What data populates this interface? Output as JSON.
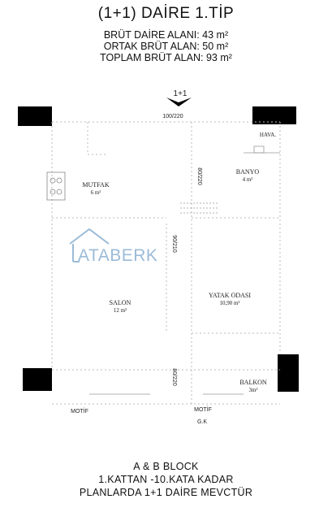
{
  "header": {
    "title": "(1+1) DAİRE 1.TİP",
    "brut_daire": "BRÜT DAİRE ALANI: 43 m²",
    "ortak_brut": "ORTAK BRÜT ALAN: 50 m²",
    "toplam_brut": "TOPLAM BRÜT ALAN: 93 m²"
  },
  "plan": {
    "entrance_label": "1+1",
    "entrance_door": "100/220",
    "brand": "ATABERK",
    "rooms": {
      "hava": "HAVA.",
      "banyo": "BANYO",
      "banyo_area": "4 m²",
      "mutfak": "MUTFAK",
      "mutfak_area": "6 m²",
      "salon": "SALON",
      "salon_area": "12 m²",
      "yatak": "YATAK ODASI",
      "yatak_area": "10,90 m²",
      "balkon": "BALKON",
      "balkon_area": "3m²"
    },
    "doors": {
      "banyo_door": "80/220",
      "yatak_door": "90/210",
      "balkon_door": "80/220"
    },
    "motif_left": "MOTİF",
    "motif_right": "MOTİF",
    "gk": "G.K"
  },
  "footer": {
    "line1": "A & B BLOCK",
    "line2": "1.KATTAN -10.KATA KADAR",
    "line3": "PLANLARDA 1+1 DAİRE MEVCTÜR"
  }
}
